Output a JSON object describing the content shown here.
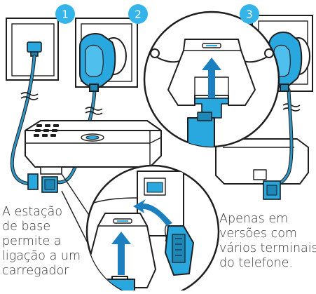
{
  "steps": [
    {
      "number": "1"
    },
    {
      "number": "2"
    },
    {
      "number": "3"
    }
  ],
  "captions": {
    "left": [
      "A estação",
      "de base",
      "permite a",
      "ligação a um",
      "carregador"
    ],
    "right": [
      "Apenas em",
      "versões com",
      "vários terminais",
      "do telefone."
    ]
  },
  "colors": {
    "accent": "#29a8e0",
    "accent_dark": "#1d87b8",
    "outline": "#1e1e1e",
    "cable": "#2e97c5",
    "badge": "#34b4e8"
  }
}
